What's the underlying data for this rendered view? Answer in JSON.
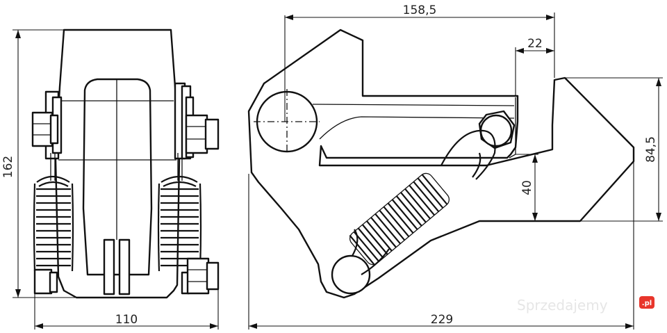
{
  "dimensions": {
    "front_height": "162",
    "front_width": "110",
    "side_top_width": "158,5",
    "side_small_width": "22",
    "side_height": "84,5",
    "side_inner_height": "40",
    "side_total_width": "229"
  },
  "watermark": {
    "text": "Sprzedajemy",
    "badge": ".pl"
  },
  "colors": {
    "line": "#111111",
    "background": "#ffffff",
    "watermark": "#e6e6e6",
    "badge": "#e8352b"
  }
}
